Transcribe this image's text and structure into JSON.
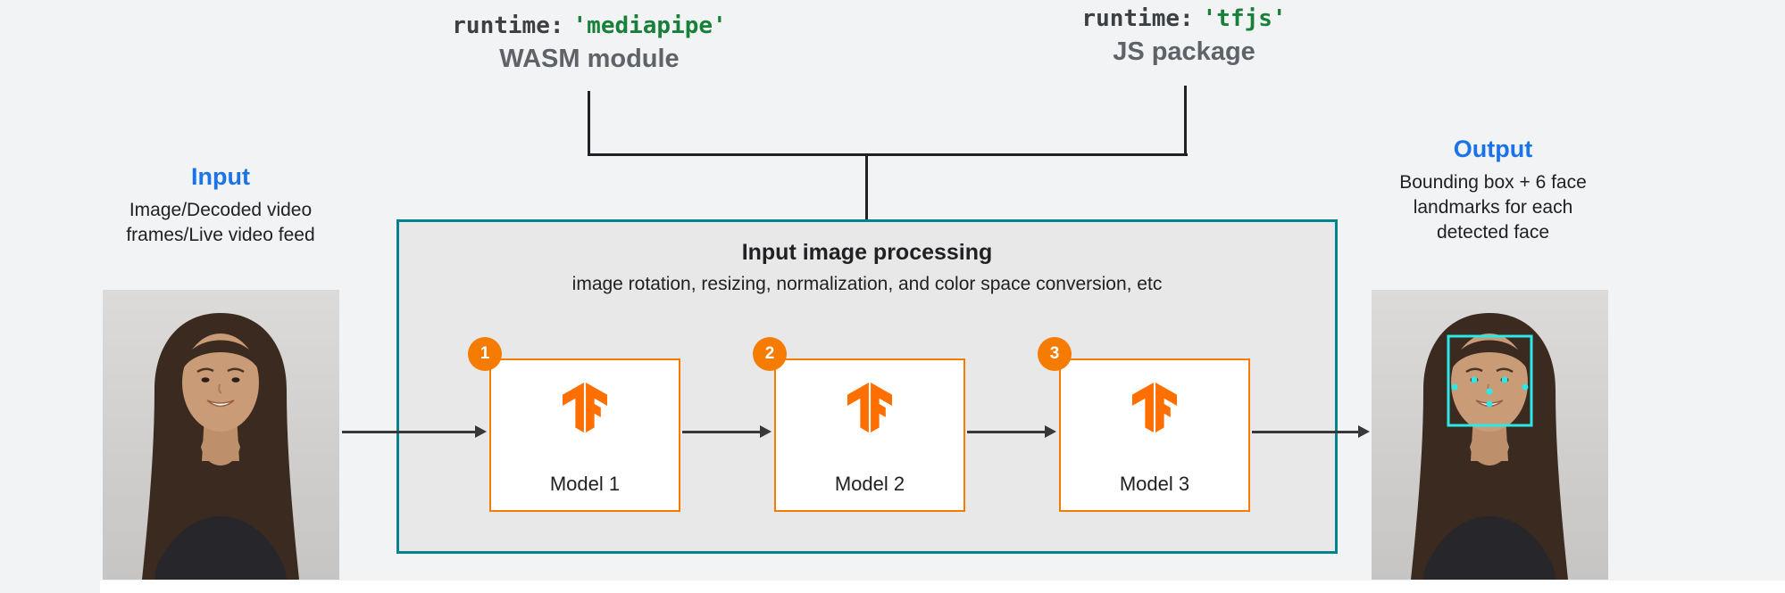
{
  "colors": {
    "page_background": "#f1f3f4",
    "accent_blue": "#1a73e8",
    "code_green": "#188038",
    "subtitle_gray": "#5f6368",
    "text_dark": "#202124",
    "pipeline_border_teal": "#00838f",
    "pipeline_background": "#e8e8e8",
    "model_border_orange": "#f57c00",
    "tensorflow_orange": "#ff6f00",
    "landmark_cyan": "#2be9e9"
  },
  "runtime_mediapipe": {
    "code_prefix": "runtime:",
    "code_value": "'mediapipe'",
    "subtitle": "WASM module"
  },
  "runtime_tfjs": {
    "code_prefix": "runtime:",
    "code_value": "'tfjs'",
    "subtitle": "JS package"
  },
  "input": {
    "title": "Input",
    "lines": [
      "Image/Decoded video",
      "frames/Live video feed"
    ]
  },
  "output": {
    "title": "Output",
    "lines": [
      "Bounding box + 6 face",
      "landmarks for each",
      "detected face"
    ]
  },
  "pipeline": {
    "title": "Input image processing",
    "subtitle": "image rotation, resizing, normalization, and color space conversion, etc",
    "models": [
      {
        "badge": "1",
        "label": "Model 1"
      },
      {
        "badge": "2",
        "label": "Model 2"
      },
      {
        "badge": "3",
        "label": "Model 3"
      }
    ]
  }
}
